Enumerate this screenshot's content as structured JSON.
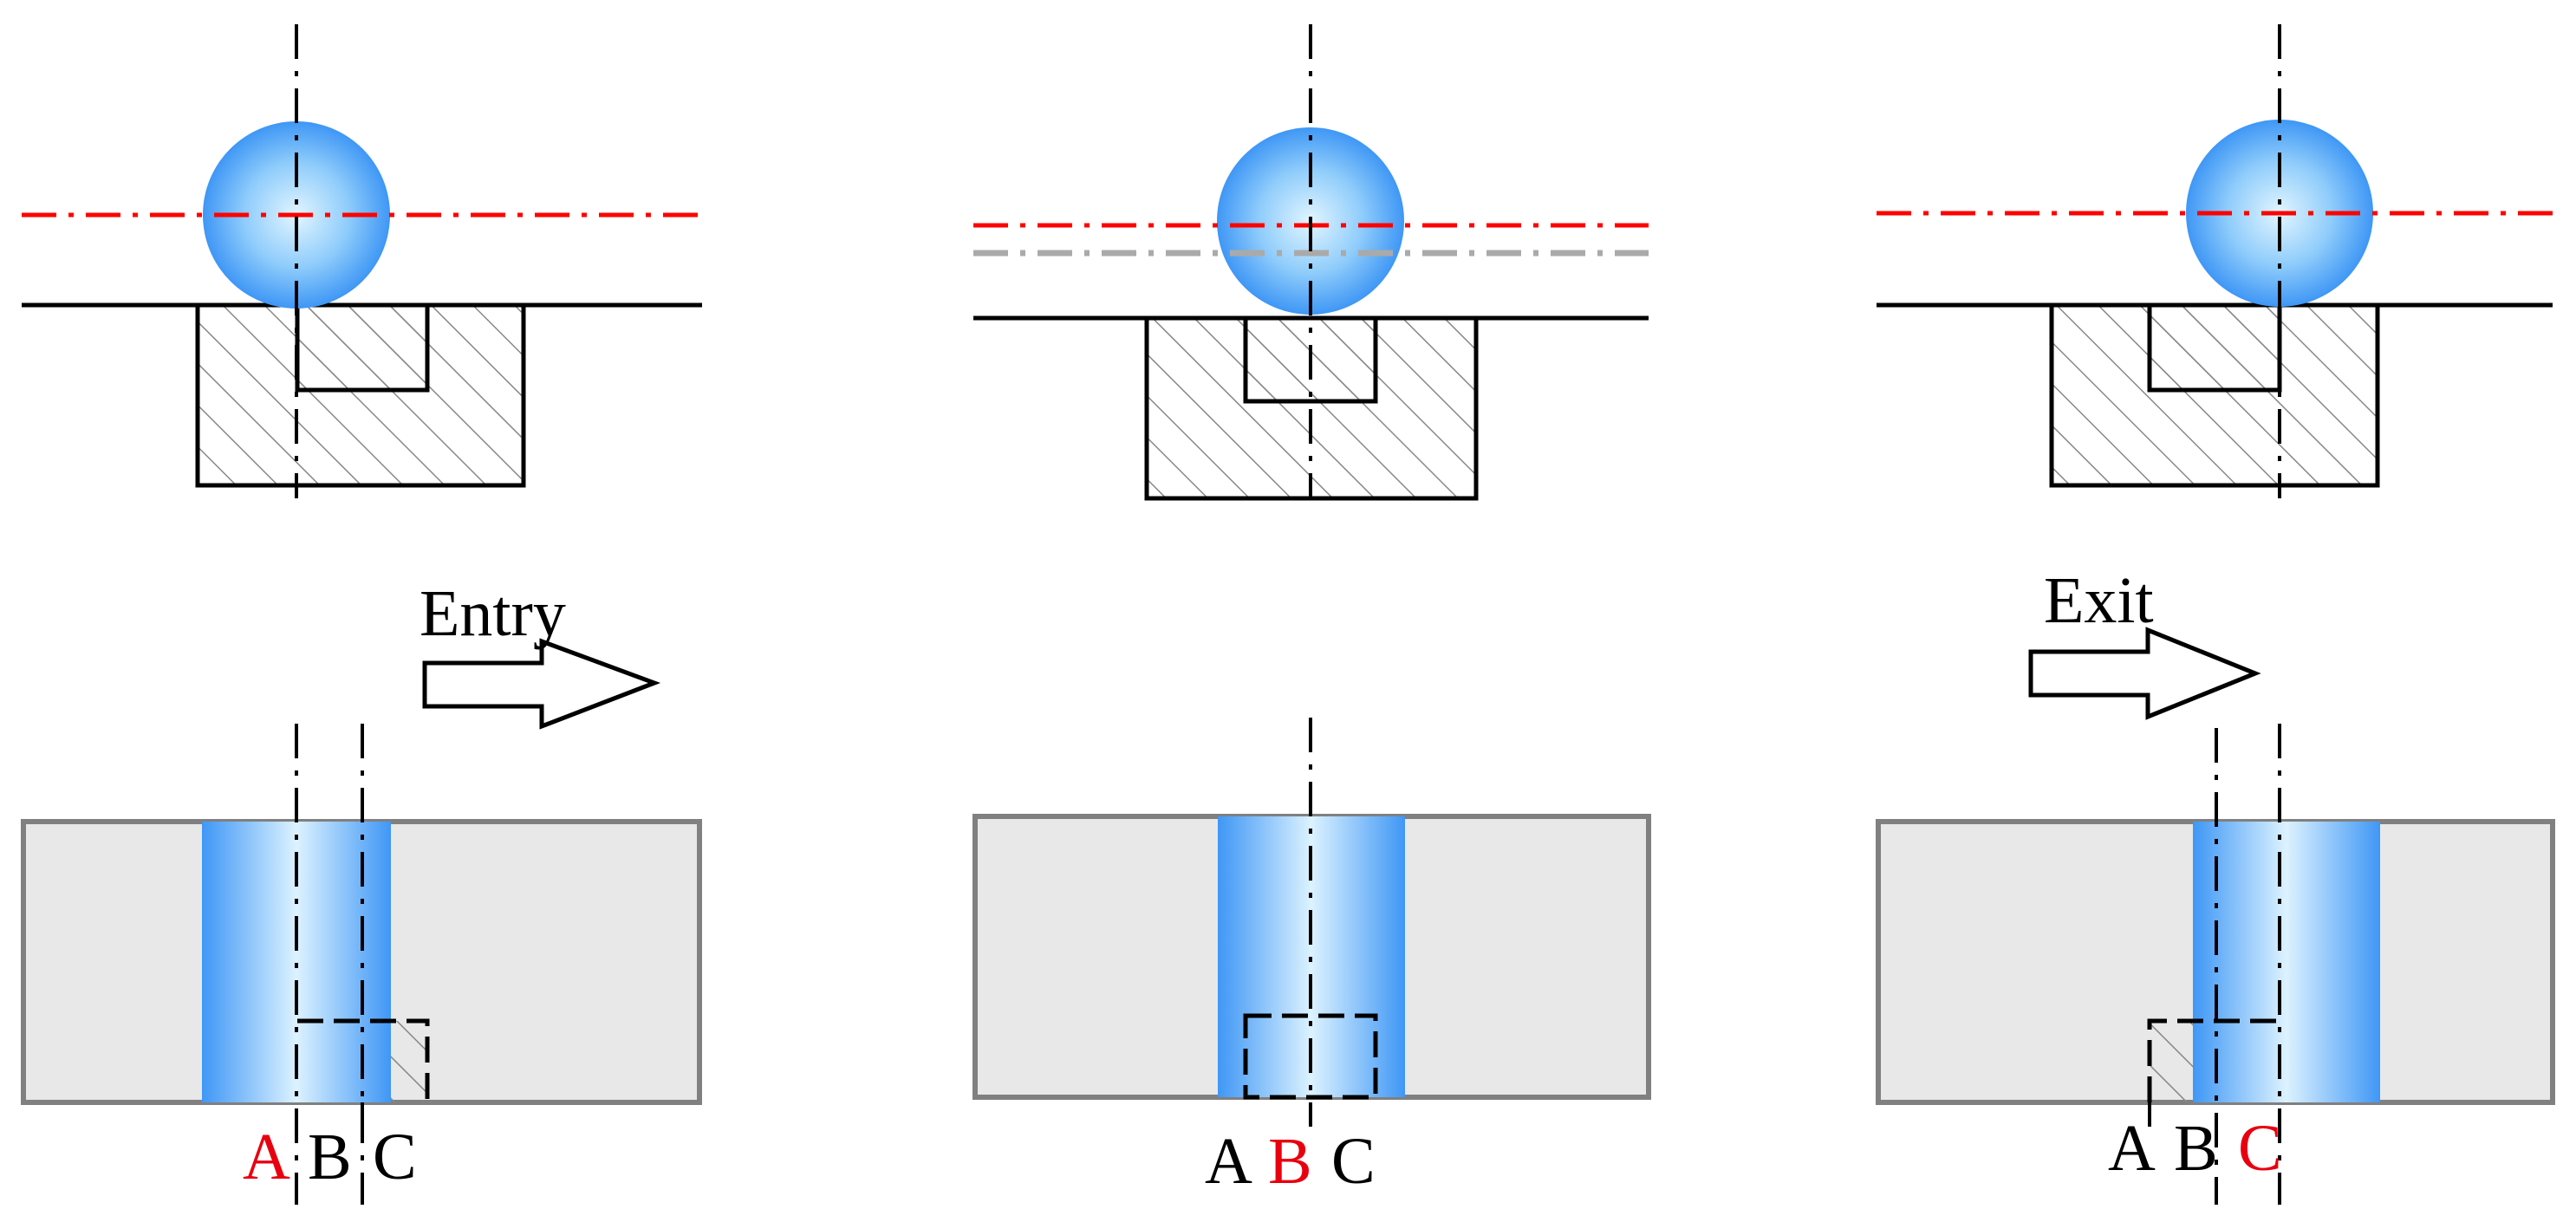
{
  "arrows": {
    "entry": "Entry",
    "exit": "Exit"
  },
  "panels": [
    {
      "labels": [
        "A",
        "B",
        "C"
      ],
      "highlight": "A"
    },
    {
      "labels": [
        "A",
        "B",
        "C"
      ],
      "highlight": "B"
    },
    {
      "labels": [
        "A",
        "B",
        "C"
      ],
      "highlight": "C"
    }
  ],
  "colors": {
    "ball_edge": "#3f97f5",
    "ball_center": "#d9f1ff",
    "highlight_text": "#e8000f",
    "centerline_red": "#ff0000",
    "centerline_gray": "#aaaaaa",
    "workpiece_fill": "#e8e8e8",
    "workpiece_border": "#808080"
  }
}
